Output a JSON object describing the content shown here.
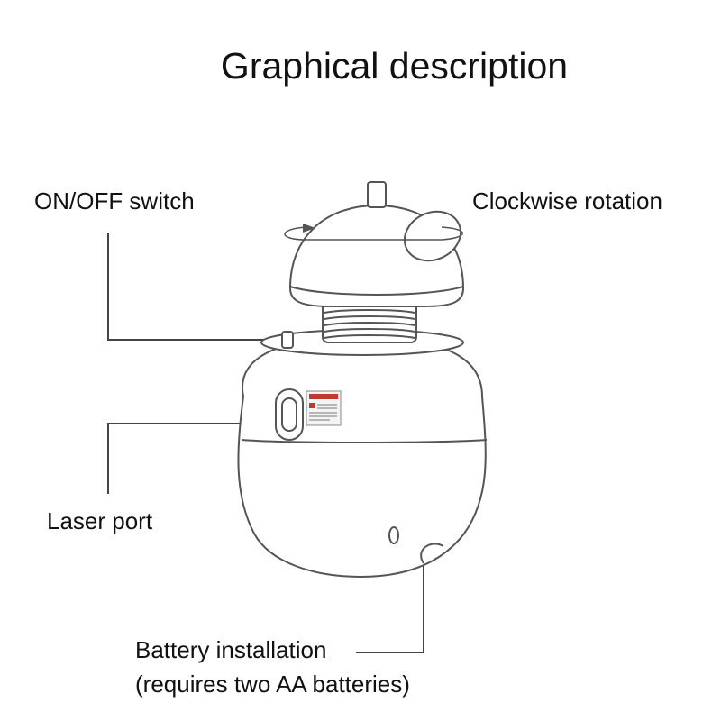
{
  "title": "Graphical description",
  "labels": {
    "on_off_switch": "ON/OFF switch",
    "clockwise_rotation": "Clockwise rotation",
    "laser_port": "Laser port",
    "battery_line1": "Battery installation",
    "battery_line2": "(requires two AA batteries)"
  },
  "colors": {
    "background": "#ffffff",
    "outline": "#555555",
    "leader_line": "#444444",
    "warning_label": "#c0392b"
  },
  "icons": {
    "device": "laser-toy-device-illustration",
    "warning_sticker": "laser-warning-label"
  }
}
